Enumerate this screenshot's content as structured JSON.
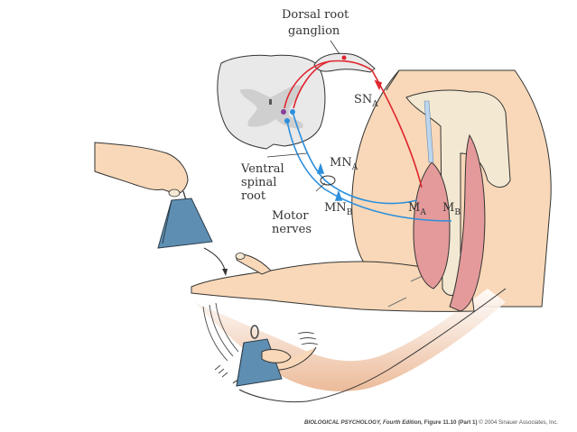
{
  "figure": {
    "title": "Stretch reflex circuit (spinal cord, dorsal root ganglion, arm muscles)",
    "labels": {
      "dorsal_root_ganglion_line1": "Dorsal root",
      "dorsal_root_ganglion_line2": "ganglion",
      "sensory_neuron_base": "SN",
      "sensory_neuron_sub": "A",
      "ventral_root_line1": "Ventral",
      "ventral_root_line2": "spinal",
      "ventral_root_line3": "root",
      "motor_neuron_a_base": "MN",
      "motor_neuron_a_sub": "A",
      "motor_neuron_b_base": "MN",
      "motor_neuron_b_sub": "B",
      "motor_nerves_line1": "Motor",
      "motor_nerves_line2": "nerves",
      "muscle_a_base": "M",
      "muscle_a_sub": "A",
      "muscle_b_base": "M",
      "muscle_b_sub": "B"
    },
    "colors": {
      "sensory": "#e0252e",
      "motor": "#2d8fdc",
      "interneuron": "#8a3f9a",
      "skin": "#f8d8b8",
      "skin_shadow": "#eab48f",
      "muscle": "#e49a9a",
      "bone": "#f3e8d2",
      "weight": "#5e8fb3",
      "cord_white": "#e9e9e9",
      "cord_gray": "#cfcfcf"
    },
    "credit": {
      "book": "BIOLOGICAL PSYCHOLOGY,",
      "edition": " Fourth Edition,",
      "figure": " Figure 11.10 (Part 1)",
      "copyright": "  © 2004 Sinauer Associates, Inc."
    }
  }
}
